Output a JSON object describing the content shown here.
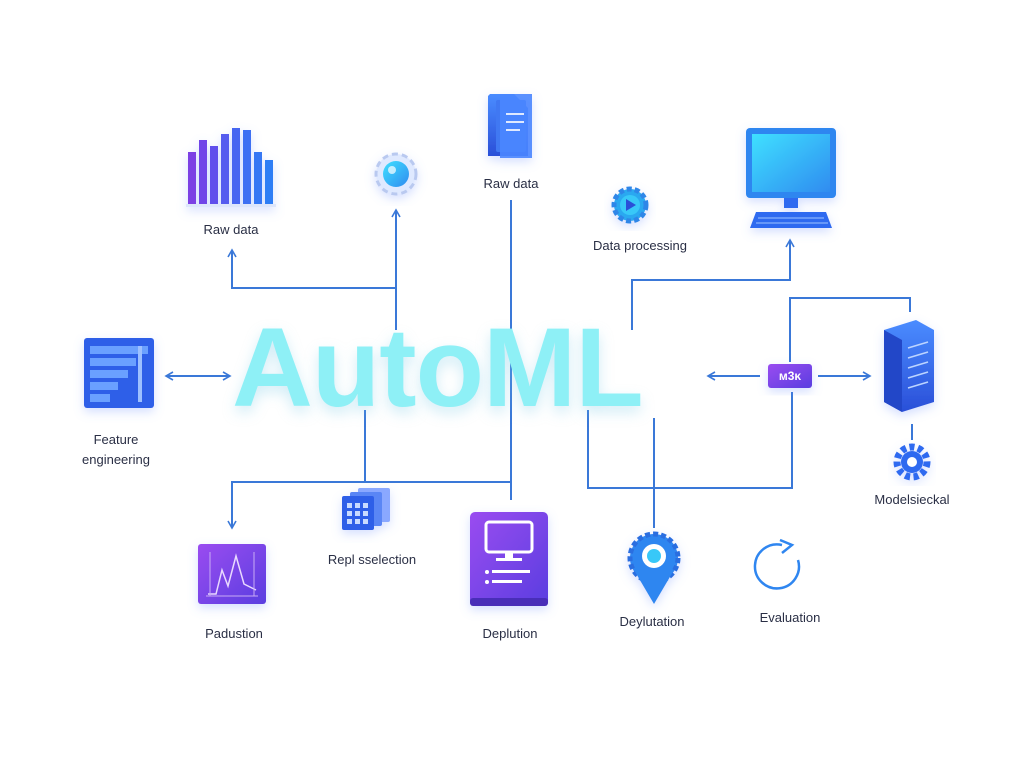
{
  "title": "AutoML",
  "labels": {
    "raw_data_left": "Raw data",
    "raw_data_top": "Raw data",
    "data_processing": "Data processing",
    "feature_engineering_1": "Feature",
    "feature_engineering_2": "engineering",
    "model_selection_right": "Modelsieckal",
    "repl_selection": "Repl sselection",
    "padustion": "Padustion",
    "deplution": "Deplution",
    "deylutation": "Deylutation",
    "evaluation": "Evaluation",
    "chip_text": "ᴍ3ᴋ"
  },
  "colors": {
    "line": "#3a78d8",
    "title": "#8ef0f6",
    "purple": "#7b3fe4",
    "blue": "#2f6bf0",
    "cyan": "#38c8f8"
  },
  "icons": [
    "bar-chart-icon",
    "gear-lens-icon",
    "document-icon",
    "gear-play-icon",
    "monitor-keyboard-icon",
    "stacked-chart-icon",
    "chip-icon",
    "server-icon",
    "gear-icon",
    "grid-cards-icon",
    "waveform-chart-icon",
    "book-monitor-icon",
    "location-pin-icon",
    "refresh-icon"
  ]
}
